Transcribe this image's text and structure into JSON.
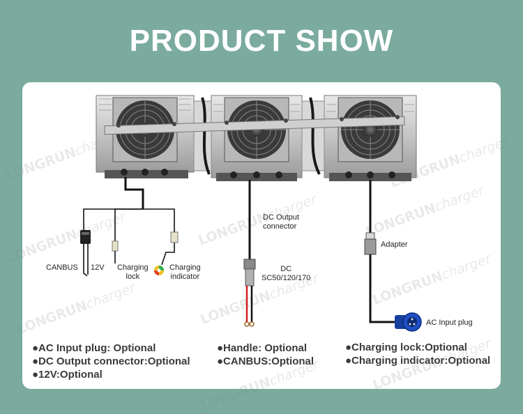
{
  "title": "PRODUCT SHOW",
  "watermark": {
    "brand": "LONGRUN",
    "suffix": "charger"
  },
  "labels": {
    "canbus": "CANBUS",
    "v12": "12V",
    "charging_lock": "Charging\nlock",
    "charging_indicator": "Charging\nindicator",
    "dc_output_connector": "DC Output\nconnector",
    "dc_sc": "DC\nSC50/120/170",
    "adapter": "Adapter",
    "ac_input_plug": "AC Input plug"
  },
  "options": {
    "ac_input_plug": "●AC Input plug: Optional",
    "dc_output_connector": "●DC Output connector:Optional",
    "v12": "●12V:Optional",
    "handle": "●Handle: Optional",
    "canbus": "●CANBUS:Optional",
    "charging_lock": "●Charging lock:Optional",
    "charging_indicator": "●Charging indicator:Optional"
  },
  "colors": {
    "background": "#7aab9e",
    "panel": "#ffffff",
    "ac_plug": "#1f4fc4",
    "dc_red": "#d42020"
  }
}
